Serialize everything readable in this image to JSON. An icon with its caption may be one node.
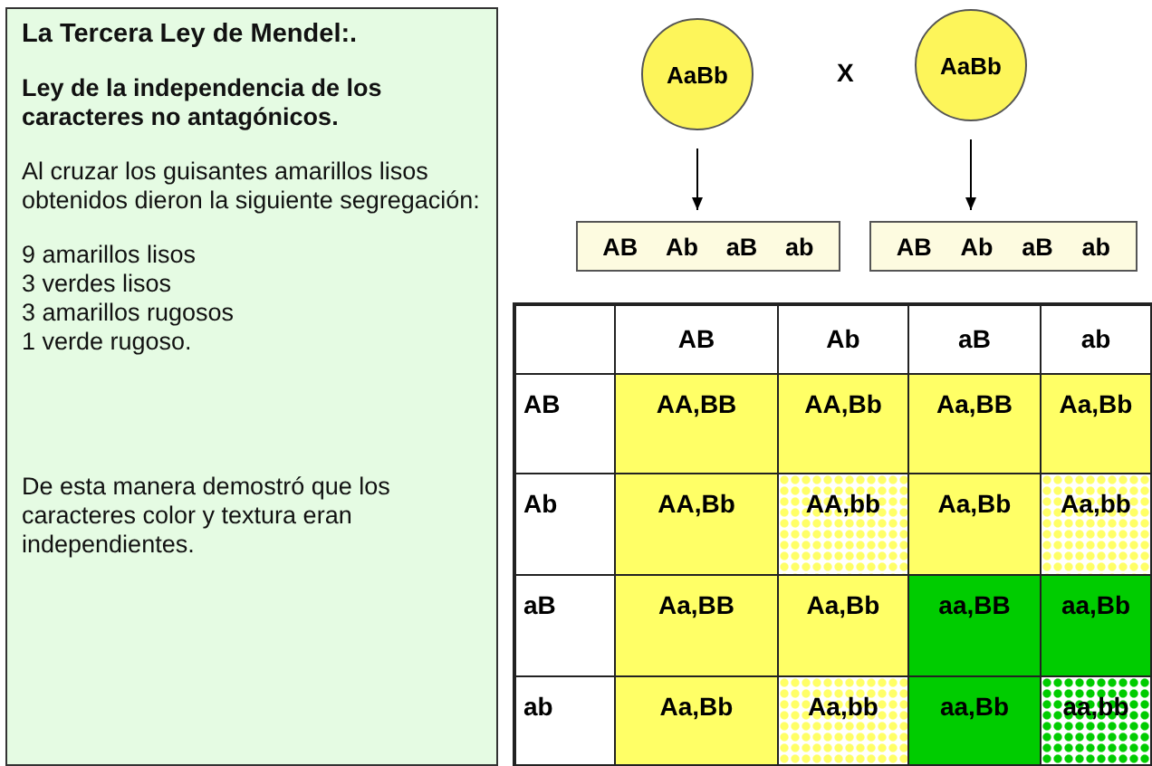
{
  "diagram": {
    "nodes": [
      {
        "text": [
          "La Tercera Ley de Mendel:.",
          "Ley de la independencia de los caracteres no antagónicos.",
          "Al cruzar los guisantes amarillos lisos obtenidos dieron la siguiente segregación:",
          "9 amarillos lisos",
          "3 verdes lisos",
          "3 amarillos rugosos",
          "1 verde rugoso.",
          "De esta manera demostró que los caracteres color y textura eran independientes."
        ]
      },
      {
        "text": [
          "AaBb"
        ]
      },
      {
        "text": [
          "AaBb"
        ]
      },
      {
        "text": [
          "AB",
          "Ab",
          "aB",
          "ab"
        ]
      },
      {
        "text": [
          "AB",
          "Ab",
          "aB",
          "ab"
        ]
      }
    ],
    "edges": [
      {
        "from": 1,
        "to": 3,
        "arrow": "to"
      },
      {
        "from": 2,
        "to": 4,
        "arrow": "to"
      }
    ],
    "labels": [
      "X",
      "AB",
      "Ab",
      "aB",
      "ab",
      "AB",
      "AA,BB",
      "AA,Bb",
      "Aa,BB",
      "Aa,Bb",
      "Ab",
      "AA,Bb",
      "AA,bb",
      "Aa,Bb",
      "Aa,bb",
      "aB",
      "Aa,BB",
      "Aa,Bb",
      "aa,BB",
      "aa,Bb",
      "ab",
      "Aa,Bb",
      "Aa,bb",
      "aa,Bb",
      "aa,bb"
    ]
  }
}
